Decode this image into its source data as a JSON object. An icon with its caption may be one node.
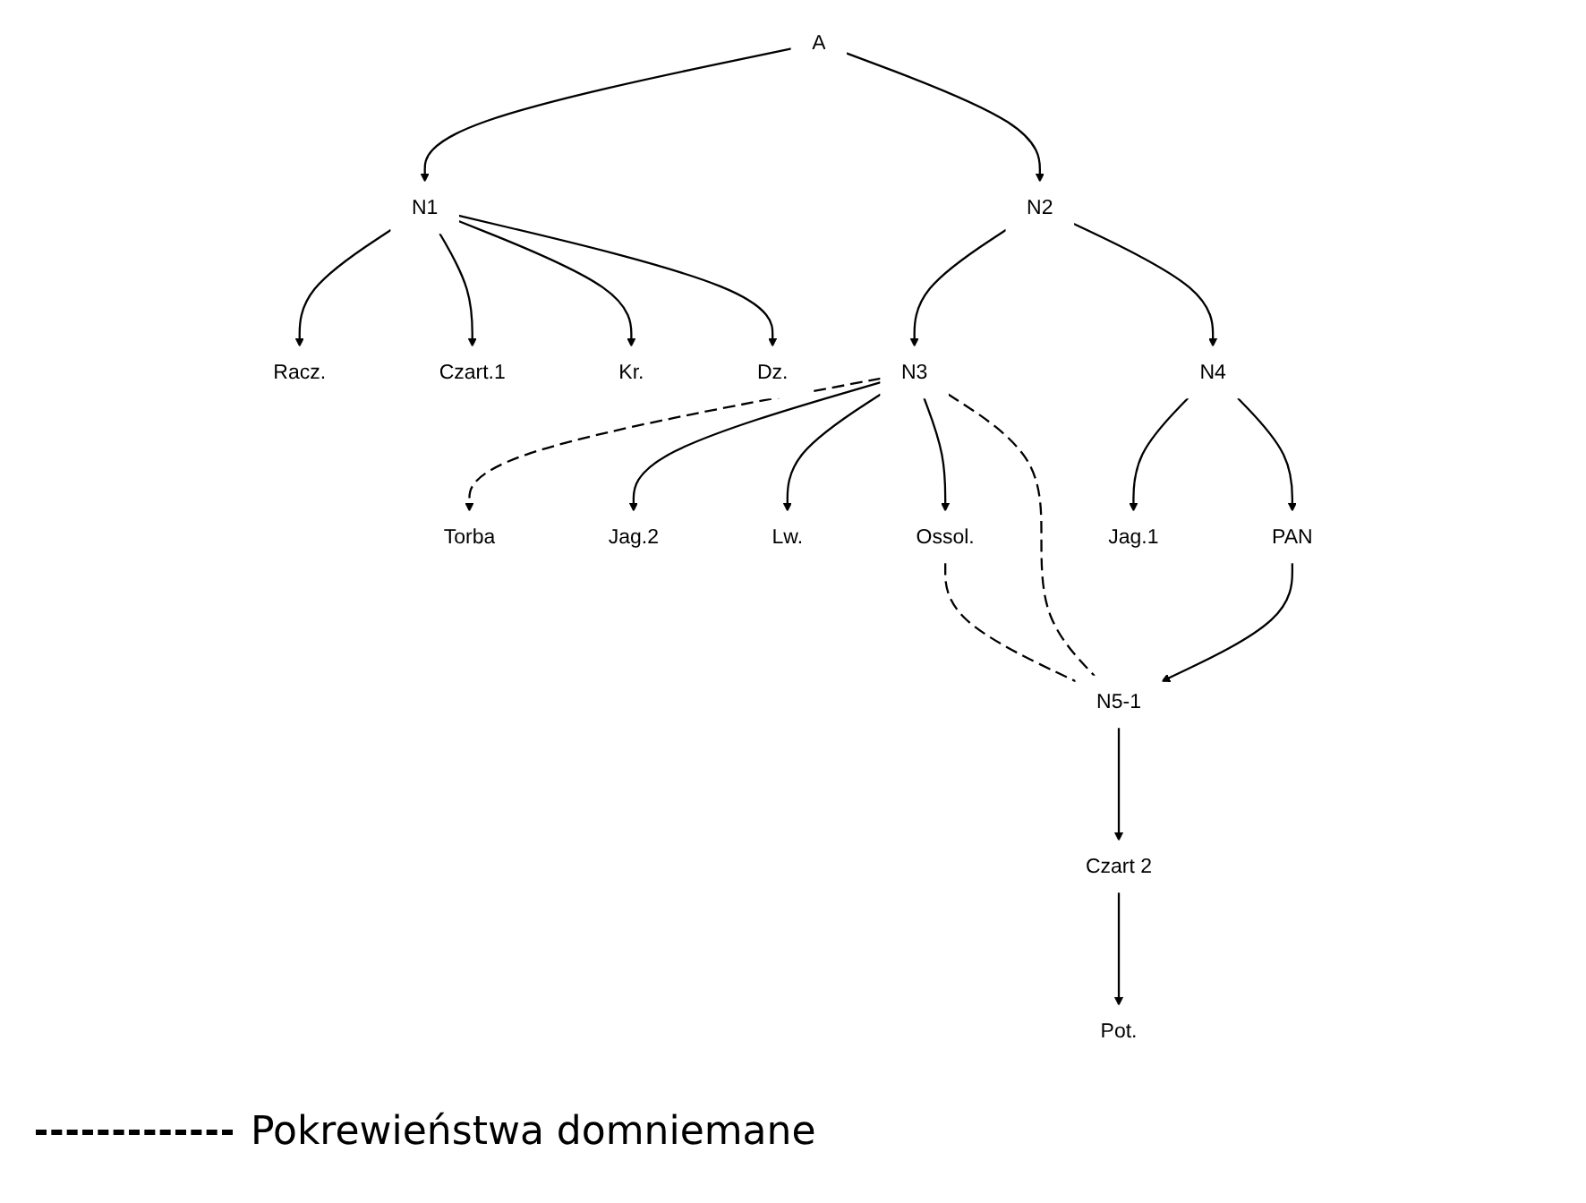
{
  "diagram": {
    "nodes": [
      {
        "text": [
          "A"
        ]
      },
      {
        "text": [
          "N1"
        ]
      },
      {
        "text": [
          "N2"
        ]
      },
      {
        "text": [
          "Racz."
        ]
      },
      {
        "text": [
          "Czart.1"
        ]
      },
      {
        "text": [
          "Kr."
        ]
      },
      {
        "text": [
          "Dz."
        ]
      },
      {
        "text": [
          "N3"
        ]
      },
      {
        "text": [
          "N4"
        ]
      },
      {
        "text": [
          "Torba"
        ]
      },
      {
        "text": [
          "Jag.2"
        ]
      },
      {
        "text": [
          "Lw."
        ]
      },
      {
        "text": [
          "Ossol."
        ]
      },
      {
        "text": [
          "Jag.1"
        ]
      },
      {
        "text": [
          "PAN"
        ]
      },
      {
        "text": [
          "N5-1"
        ]
      },
      {
        "text": [
          "Czart 2"
        ]
      },
      {
        "text": [
          "Pot."
        ]
      }
    ],
    "edges": [
      {
        "from": 0,
        "to": 1,
        "arrow": "to"
      },
      {
        "from": 0,
        "to": 2,
        "arrow": "to"
      },
      {
        "from": 1,
        "to": 3,
        "arrow": "to"
      },
      {
        "from": 1,
        "to": 4,
        "arrow": "to"
      },
      {
        "from": 1,
        "to": 5,
        "arrow": "to"
      },
      {
        "from": 1,
        "to": 6,
        "arrow": "to"
      },
      {
        "from": 2,
        "to": 7,
        "arrow": "to"
      },
      {
        "from": 2,
        "to": 8,
        "arrow": "to"
      },
      {
        "from": 7,
        "to": 9,
        "arrow": "to",
        "style": "dashed"
      },
      {
        "from": 7,
        "to": 10,
        "arrow": "to"
      },
      {
        "from": 7,
        "to": 11,
        "arrow": "to"
      },
      {
        "from": 7,
        "to": 12,
        "arrow": "to"
      },
      {
        "from": 7,
        "to": 15,
        "arrow": "none",
        "style": "dashed"
      },
      {
        "from": 12,
        "to": 15,
        "arrow": "none",
        "style": "dashed"
      },
      {
        "from": 8,
        "to": 13,
        "arrow": "to"
      },
      {
        "from": 8,
        "to": 14,
        "arrow": "to"
      },
      {
        "from": 14,
        "to": 15,
        "arrow": "to"
      },
      {
        "from": 15,
        "to": 16,
        "arrow": "to"
      },
      {
        "from": 16,
        "to": 17,
        "arrow": "to"
      }
    ],
    "legend": [
      {
        "text": "Pokrewieństwa domniemane"
      }
    ]
  }
}
